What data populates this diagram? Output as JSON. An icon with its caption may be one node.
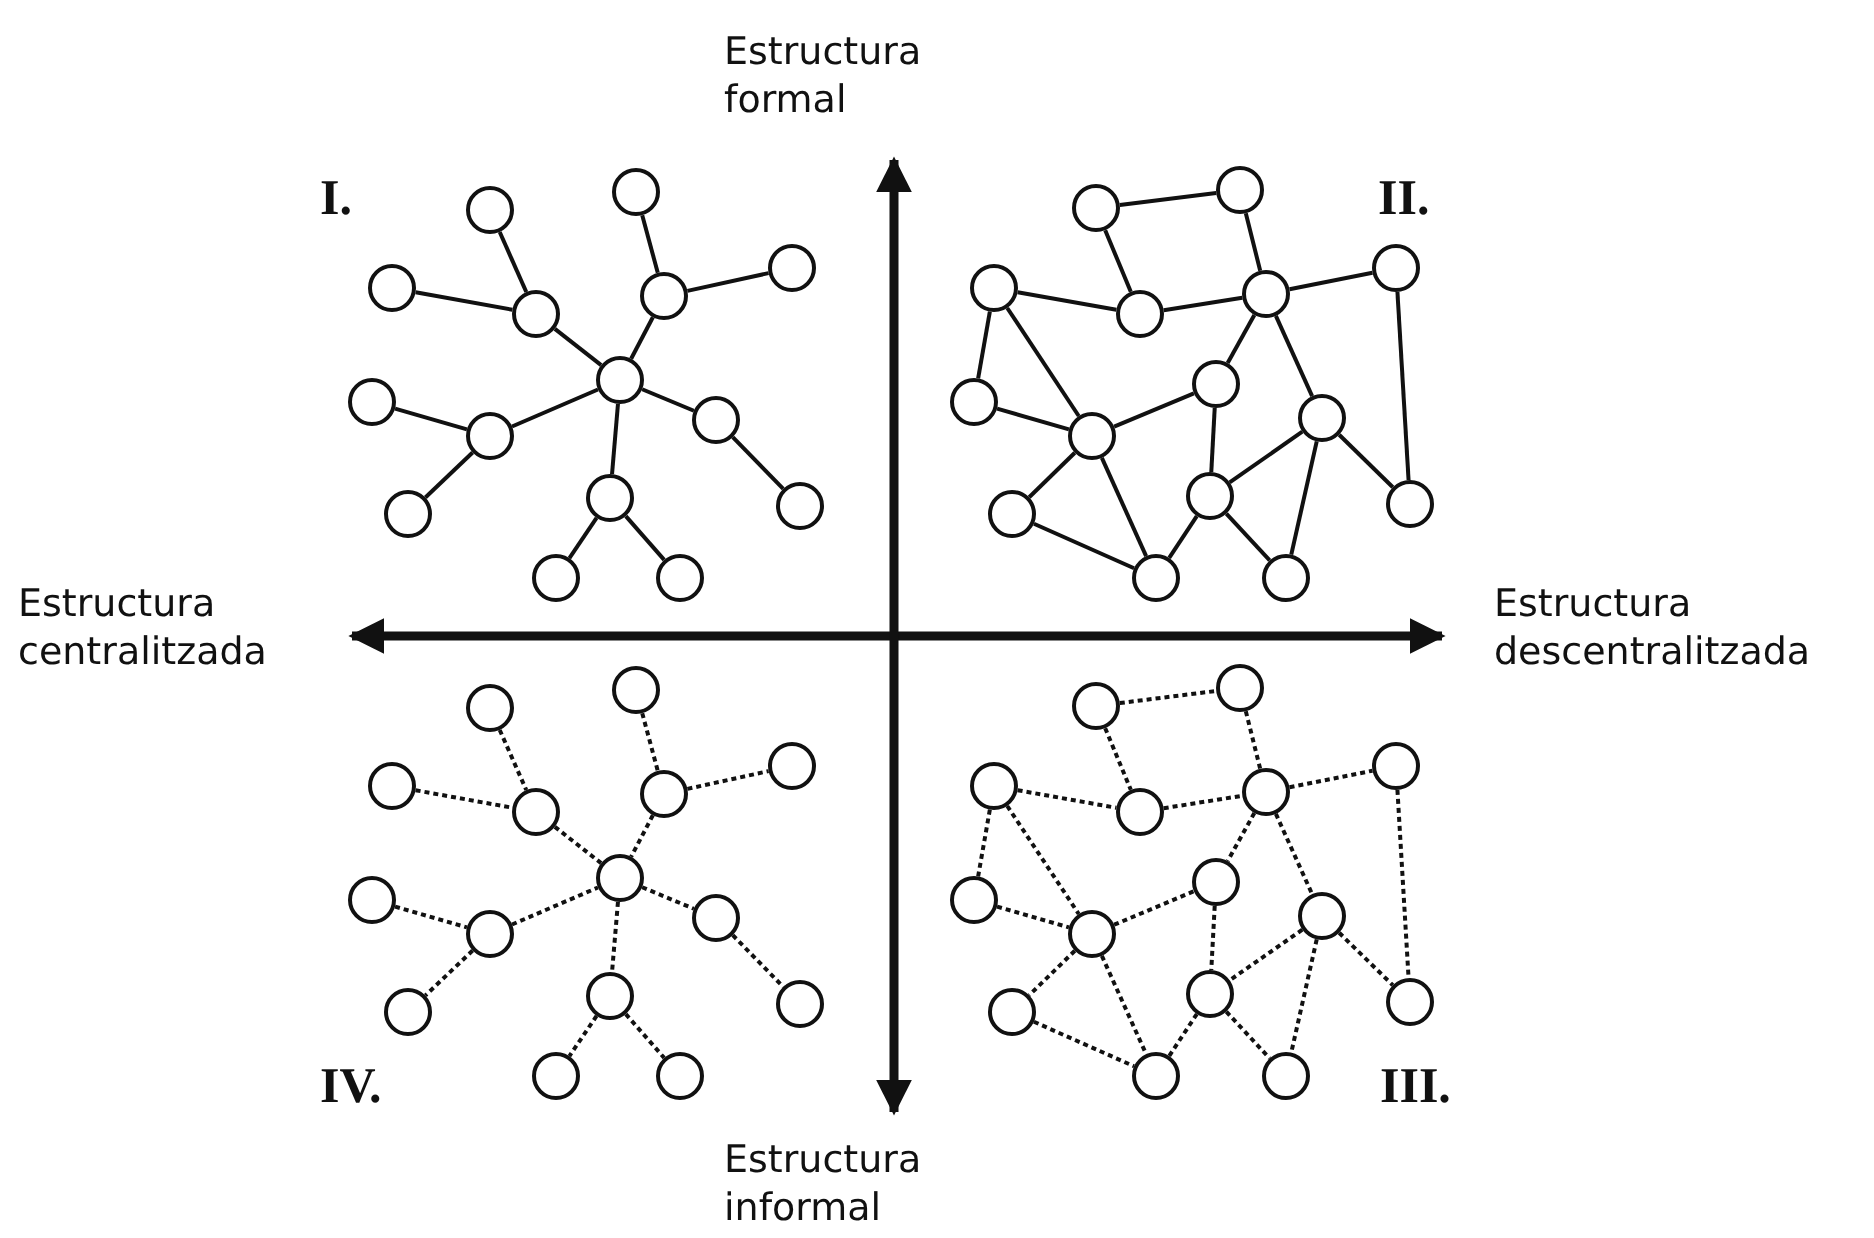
{
  "diagram": {
    "nodes": [
      {
        "text": [],
        "shape": "circle"
      },
      {
        "text": [],
        "shape": "circle"
      },
      {
        "text": [],
        "shape": "circle"
      },
      {
        "text": [],
        "shape": "circle"
      },
      {
        "text": [],
        "shape": "circle"
      },
      {
        "text": [],
        "shape": "circle"
      },
      {
        "text": [],
        "shape": "circle"
      },
      {
        "text": [],
        "shape": "circle"
      },
      {
        "text": [],
        "shape": "circle"
      },
      {
        "text": [],
        "shape": "circle"
      },
      {
        "text": [],
        "shape": "circle"
      },
      {
        "text": [],
        "shape": "circle"
      },
      {
        "text": [],
        "shape": "circle"
      },
      {
        "text": [],
        "shape": "circle"
      },
      {
        "text": [],
        "shape": "circle"
      },
      {
        "text": [],
        "shape": "circle"
      },
      {
        "text": [],
        "shape": "circle"
      },
      {
        "text": [],
        "shape": "circle"
      },
      {
        "text": [],
        "shape": "circle"
      },
      {
        "text": [],
        "shape": "circle"
      },
      {
        "text": [],
        "shape": "circle"
      },
      {
        "text": [],
        "shape": "circle"
      },
      {
        "text": [],
        "shape": "circle"
      },
      {
        "text": [],
        "shape": "circle"
      },
      {
        "text": [],
        "shape": "circle"
      },
      {
        "text": [],
        "shape": "circle"
      },
      {
        "text": [],
        "shape": "circle"
      },
      {
        "text": [],
        "shape": "circle"
      },
      {
        "text": [],
        "shape": "circle"
      },
      {
        "text": [],
        "shape": "circle"
      },
      {
        "text": [],
        "shape": "circle"
      },
      {
        "text": [],
        "shape": "circle"
      },
      {
        "text": [],
        "shape": "circle"
      },
      {
        "text": [],
        "shape": "circle"
      },
      {
        "text": [],
        "shape": "circle"
      },
      {
        "text": [],
        "shape": "circle"
      },
      {
        "text": [],
        "shape": "circle"
      },
      {
        "text": [],
        "shape": "circle"
      },
      {
        "text": [],
        "shape": "circle"
      },
      {
        "text": [],
        "shape": "circle"
      },
      {
        "text": [],
        "shape": "circle"
      },
      {
        "text": [],
        "shape": "circle"
      },
      {
        "text": [],
        "shape": "circle"
      },
      {
        "text": [],
        "shape": "circle"
      },
      {
        "text": [],
        "shape": "circle"
      },
      {
        "text": [],
        "shape": "circle"
      },
      {
        "text": [],
        "shape": "circle"
      },
      {
        "text": [],
        "shape": "circle"
      },
      {
        "text": [],
        "shape": "circle"
      },
      {
        "text": [],
        "shape": "circle"
      },
      {
        "text": [],
        "shape": "circle"
      },
      {
        "text": [],
        "shape": "circle"
      },
      {
        "text": [],
        "shape": "circle"
      },
      {
        "text": [],
        "shape": "circle"
      },
      {
        "text": [],
        "shape": "circle"
      },
      {
        "text": [],
        "shape": "circle"
      },
      {
        "text": [],
        "shape": "circle"
      },
      {
        "text": [],
        "shape": "circle"
      },
      {
        "text": [],
        "shape": "circle"
      },
      {
        "text": [],
        "shape": "circle"
      }
    ],
    "edges": [
      {
        "from": 0,
        "to": 3,
        "arrow": "none"
      },
      {
        "from": 2,
        "to": 3,
        "arrow": "none"
      },
      {
        "from": 3,
        "to": 6,
        "arrow": "none"
      },
      {
        "from": 1,
        "to": 4,
        "arrow": "none"
      },
      {
        "from": 4,
        "to": 5,
        "arrow": "none"
      },
      {
        "from": 4,
        "to": 6,
        "arrow": "none"
      },
      {
        "from": 7,
        "to": 8,
        "arrow": "none"
      },
      {
        "from": 8,
        "to": 6,
        "arrow": "none"
      },
      {
        "from": 8,
        "to": 10,
        "arrow": "none"
      },
      {
        "from": 6,
        "to": 9,
        "arrow": "none"
      },
      {
        "from": 9,
        "to": 12,
        "arrow": "none"
      },
      {
        "from": 6,
        "to": 11,
        "arrow": "none"
      },
      {
        "from": 11,
        "to": 13,
        "arrow": "none"
      },
      {
        "from": 11,
        "to": 14,
        "arrow": "none"
      },
      {
        "from": 15,
        "to": 16,
        "arrow": "none"
      },
      {
        "from": 15,
        "to": 18,
        "arrow": "none"
      },
      {
        "from": 16,
        "to": 19,
        "arrow": "none"
      },
      {
        "from": 17,
        "to": 18,
        "arrow": "none"
      },
      {
        "from": 18,
        "to": 19,
        "arrow": "none"
      },
      {
        "from": 19,
        "to": 20,
        "arrow": "none"
      },
      {
        "from": 17,
        "to": 21,
        "arrow": "none"
      },
      {
        "from": 17,
        "to": 23,
        "arrow": "none"
      },
      {
        "from": 19,
        "to": 22,
        "arrow": "none"
      },
      {
        "from": 19,
        "to": 24,
        "arrow": "none"
      },
      {
        "from": 20,
        "to": 25,
        "arrow": "none"
      },
      {
        "from": 21,
        "to": 23,
        "arrow": "none"
      },
      {
        "from": 23,
        "to": 22,
        "arrow": "none"
      },
      {
        "from": 22,
        "to": 26,
        "arrow": "none"
      },
      {
        "from": 23,
        "to": 27,
        "arrow": "none"
      },
      {
        "from": 23,
        "to": 28,
        "arrow": "none"
      },
      {
        "from": 24,
        "to": 26,
        "arrow": "none"
      },
      {
        "from": 24,
        "to": 25,
        "arrow": "none"
      },
      {
        "from": 24,
        "to": 29,
        "arrow": "none"
      },
      {
        "from": 26,
        "to": 28,
        "arrow": "none"
      },
      {
        "from": 26,
        "to": 29,
        "arrow": "none"
      },
      {
        "from": 27,
        "to": 28,
        "arrow": "none"
      },
      {
        "from": 30,
        "to": 33,
        "arrow": "none",
        "style": "dashed"
      },
      {
        "from": 32,
        "to": 33,
        "arrow": "none",
        "style": "dashed"
      },
      {
        "from": 33,
        "to": 36,
        "arrow": "none",
        "style": "dashed"
      },
      {
        "from": 31,
        "to": 34,
        "arrow": "none",
        "style": "dashed"
      },
      {
        "from": 34,
        "to": 35,
        "arrow": "none",
        "style": "dashed"
      },
      {
        "from": 34,
        "to": 36,
        "arrow": "none",
        "style": "dashed"
      },
      {
        "from": 37,
        "to": 38,
        "arrow": "none",
        "style": "dashed"
      },
      {
        "from": 38,
        "to": 36,
        "arrow": "none",
        "style": "dashed"
      },
      {
        "from": 38,
        "to": 40,
        "arrow": "none",
        "style": "dashed"
      },
      {
        "from": 36,
        "to": 39,
        "arrow": "none",
        "style": "dashed"
      },
      {
        "from": 39,
        "to": 42,
        "arrow": "none",
        "style": "dashed"
      },
      {
        "from": 36,
        "to": 41,
        "arrow": "none",
        "style": "dashed"
      },
      {
        "from": 41,
        "to": 43,
        "arrow": "none",
        "style": "dashed"
      },
      {
        "from": 41,
        "to": 44,
        "arrow": "none",
        "style": "dashed"
      },
      {
        "from": 45,
        "to": 46,
        "arrow": "none",
        "style": "dashed"
      },
      {
        "from": 45,
        "to": 48,
        "arrow": "none",
        "style": "dashed"
      },
      {
        "from": 46,
        "to": 49,
        "arrow": "none",
        "style": "dashed"
      },
      {
        "from": 47,
        "to": 48,
        "arrow": "none",
        "style": "dashed"
      },
      {
        "from": 48,
        "to": 49,
        "arrow": "none",
        "style": "dashed"
      },
      {
        "from": 49,
        "to": 50,
        "arrow": "none",
        "style": "dashed"
      },
      {
        "from": 47,
        "to": 51,
        "arrow": "none",
        "style": "dashed"
      },
      {
        "from": 47,
        "to": 53,
        "arrow": "none",
        "style": "dashed"
      },
      {
        "from": 49,
        "to": 52,
        "arrow": "none",
        "style": "dashed"
      },
      {
        "from": 49,
        "to": 54,
        "arrow": "none",
        "style": "dashed"
      },
      {
        "from": 50,
        "to": 55,
        "arrow": "none",
        "style": "dashed"
      },
      {
        "from": 51,
        "to": 53,
        "arrow": "none",
        "style": "dashed"
      },
      {
        "from": 53,
        "to": 52,
        "arrow": "none",
        "style": "dashed"
      },
      {
        "from": 52,
        "to": 56,
        "arrow": "none",
        "style": "dashed"
      },
      {
        "from": 53,
        "to": 57,
        "arrow": "none",
        "style": "dashed"
      },
      {
        "from": 53,
        "to": 58,
        "arrow": "none",
        "style": "dashed"
      },
      {
        "from": 54,
        "to": 56,
        "arrow": "none",
        "style": "dashed"
      },
      {
        "from": 54,
        "to": 55,
        "arrow": "none",
        "style": "dashed"
      },
      {
        "from": 54,
        "to": 59,
        "arrow": "none",
        "style": "dashed"
      },
      {
        "from": 56,
        "to": 58,
        "arrow": "none",
        "style": "dashed"
      },
      {
        "from": 56,
        "to": 59,
        "arrow": "none",
        "style": "dashed"
      },
      {
        "from": 57,
        "to": 58,
        "arrow": "none",
        "style": "dashed"
      }
    ],
    "labels": [
      "Estructura formal",
      "I.",
      "II.",
      "Estructura centralitzada",
      "Estructura descentralitzada",
      "IV.",
      "III.",
      "Estructura informal"
    ]
  }
}
